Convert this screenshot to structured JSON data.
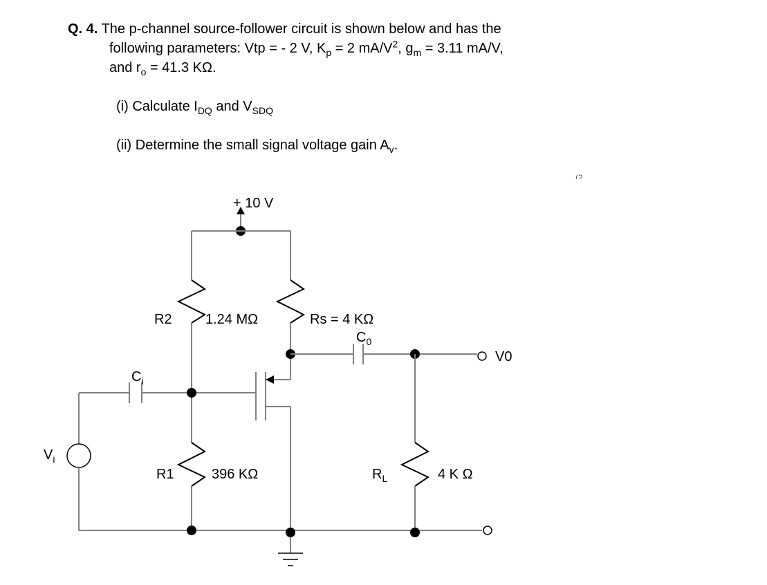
{
  "question": {
    "number": "Q. 4.",
    "line1": "The p-channel source-follower circuit is shown below and has the",
    "line2a": "following parameters: Vtp = - 2 V, K",
    "line2a_sub": "p",
    "line2b": " = 2 mA/V",
    "line2b_sup": "2",
    "line2c": ", g",
    "line2c_sub": "m",
    "line2d": " = 3.11 mA/V,",
    "line3a": "and r",
    "line3a_sub": "o",
    "line3b": " = 41.3 KΩ.",
    "part1a": "(i) Calculate I",
    "part1a_sub": "DQ",
    "part1b": " and V",
    "part1b_sub": "SDQ",
    "part2a": "(ii) Determine the small signal voltage gain A",
    "part2a_sub": "v",
    "part2b": ".",
    "marks_fragment": "(2"
  },
  "circuit": {
    "supply_label": "+ 10 V",
    "r2_name": "R2",
    "r2_value": "1.24 MΩ",
    "rs_label": "Rs = 4 KΩ",
    "co_label_main": "C",
    "co_label_sub": "0",
    "vo_label": "V0",
    "ci_label_main": "C",
    "ci_label_sub": "i",
    "vi_label_main": "V",
    "vi_label_sub": "i",
    "r1_name": "R1",
    "r1_value": "396 KΩ",
    "rl_label_main": "R",
    "rl_label_sub": "L",
    "rl_value": "4 K Ω"
  }
}
